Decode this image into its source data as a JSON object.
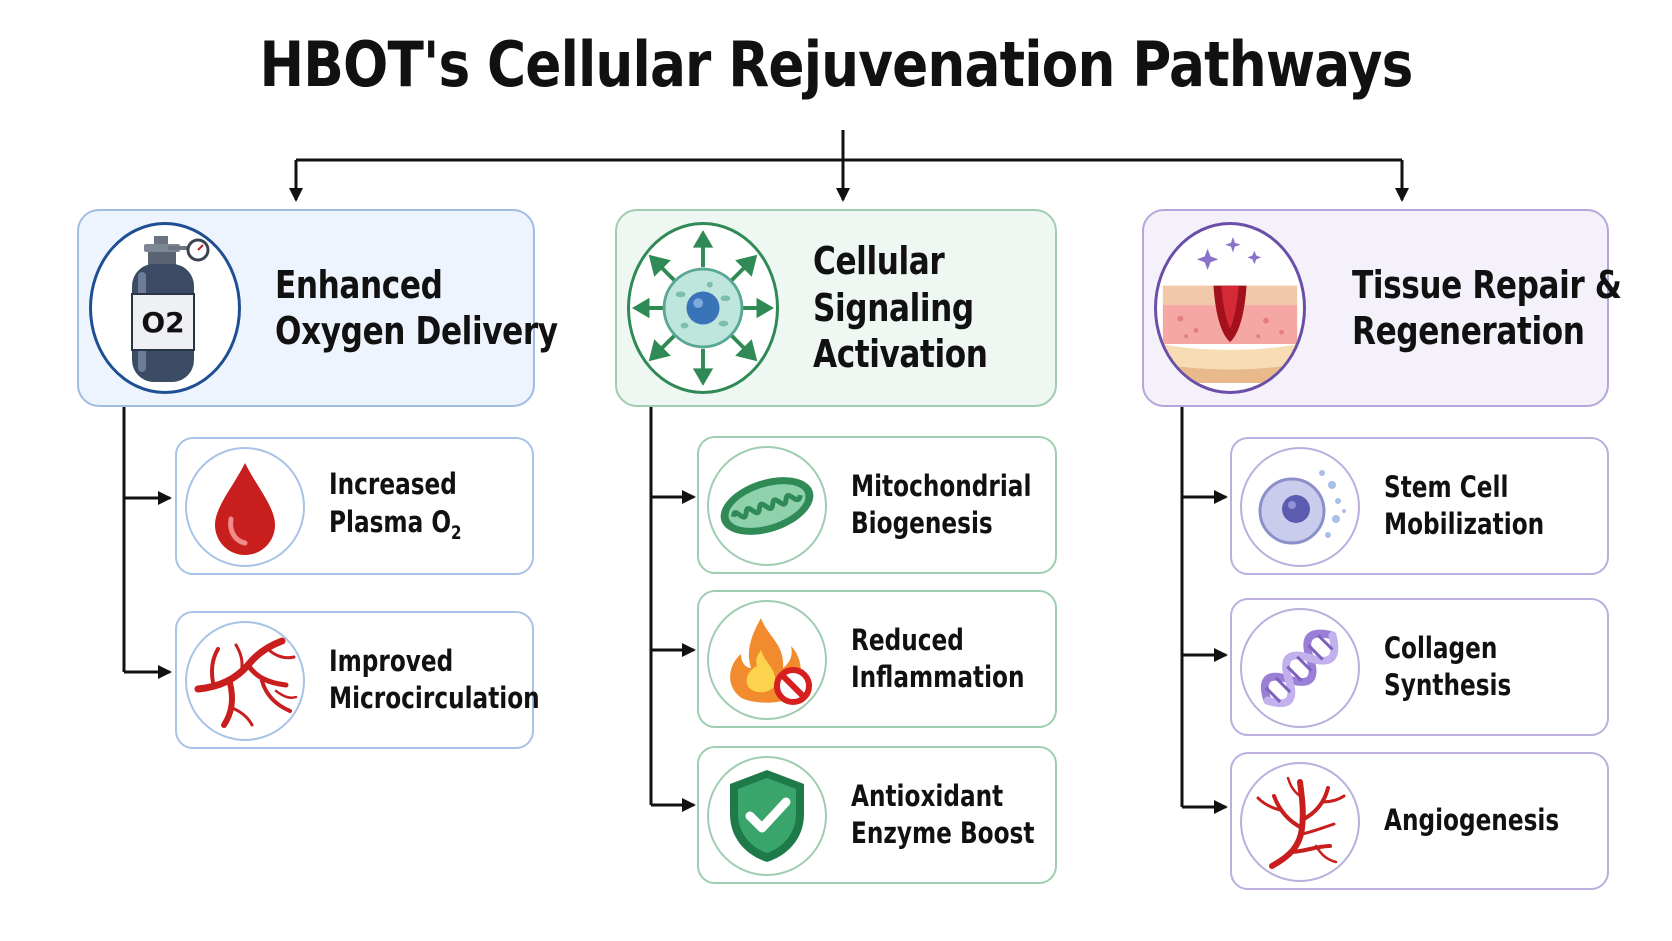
{
  "title": "HBOT's Cellular Rejuvenation Pathways",
  "colors": {
    "oxygen_accent": "#1f4f93",
    "signaling_accent": "#2f8a55",
    "repair_accent": "#6b4ea8",
    "blood_red": "#c81e1e"
  },
  "columns": [
    {
      "label_lines": [
        "Enhanced",
        "Oxygen Delivery"
      ],
      "icon": "oxygen-cylinder-icon",
      "icon_text": "O2",
      "children": [
        {
          "label_lines": [
            "Increased",
            "Plasma O"
          ],
          "subscript": "2",
          "icon": "blood-drop-icon"
        },
        {
          "label_lines": [
            "Improved",
            "Microcirculation"
          ],
          "icon": "blood-vessels-icon"
        }
      ]
    },
    {
      "label_lines": [
        "Cellular",
        "Signaling",
        "Activation"
      ],
      "icon": "cell-signal-icon",
      "children": [
        {
          "label_lines": [
            "Mitochondrial",
            "Biogenesis"
          ],
          "icon": "mitochondria-icon"
        },
        {
          "label_lines": [
            "Reduced",
            "Inflammation"
          ],
          "icon": "no-fire-icon"
        },
        {
          "label_lines": [
            "Antioxidant",
            "Enzyme Boost"
          ],
          "icon": "shield-check-icon"
        }
      ]
    },
    {
      "label_lines": [
        "Tissue Repair &",
        "Regeneration"
      ],
      "icon": "tissue-layers-icon",
      "children": [
        {
          "label_lines": [
            "Stem Cell",
            "Mobilization"
          ],
          "icon": "stem-cell-icon"
        },
        {
          "label_lines": [
            "Collagen",
            "Synthesis"
          ],
          "icon": "collagen-helix-icon"
        },
        {
          "label_lines": [
            "Angiogenesis"
          ],
          "icon": "branching-vessel-icon"
        }
      ]
    }
  ]
}
